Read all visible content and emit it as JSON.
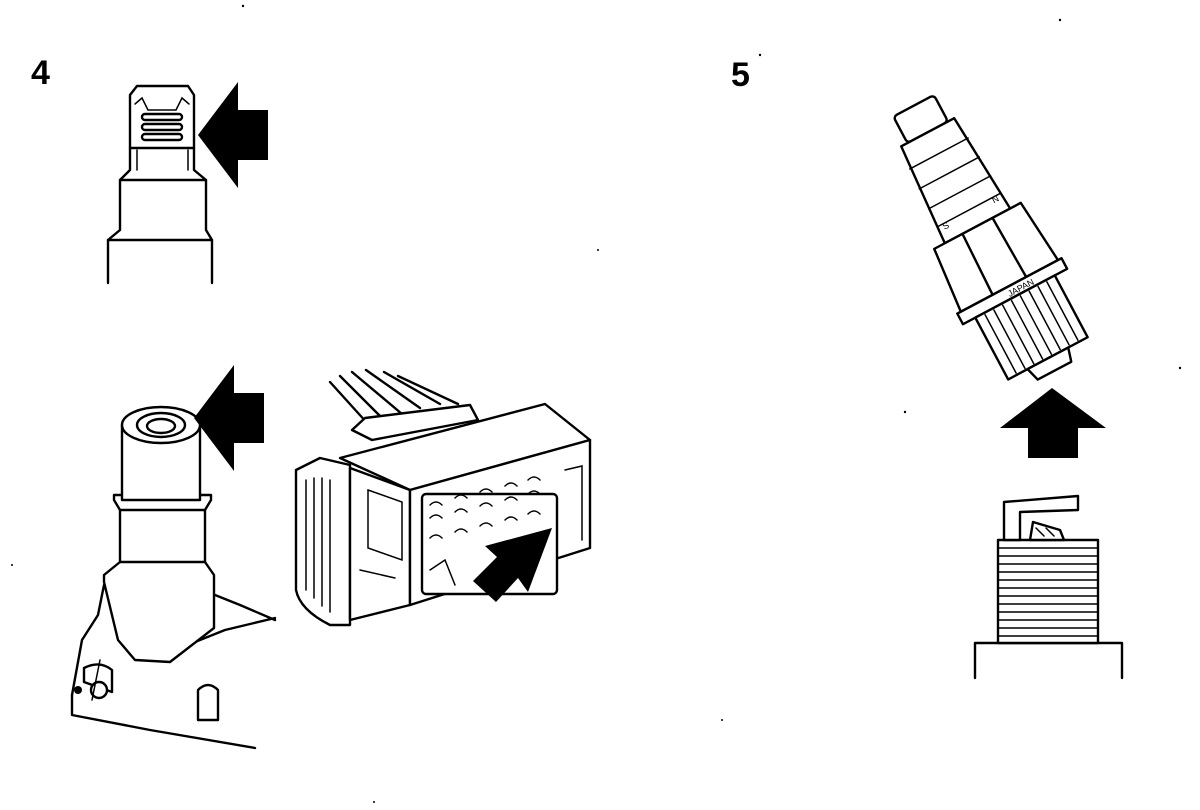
{
  "steps": [
    {
      "number": "4"
    },
    {
      "number": "5"
    }
  ],
  "plug_markings": {
    "left": "S",
    "right": "N",
    "thread_band": "JAPAN"
  },
  "colors": {
    "ink": "#000000",
    "paper": "#ffffff"
  },
  "icons": [
    "arrow-right-icon",
    "arrow-up-icon",
    "arrow-up-right-icon"
  ]
}
